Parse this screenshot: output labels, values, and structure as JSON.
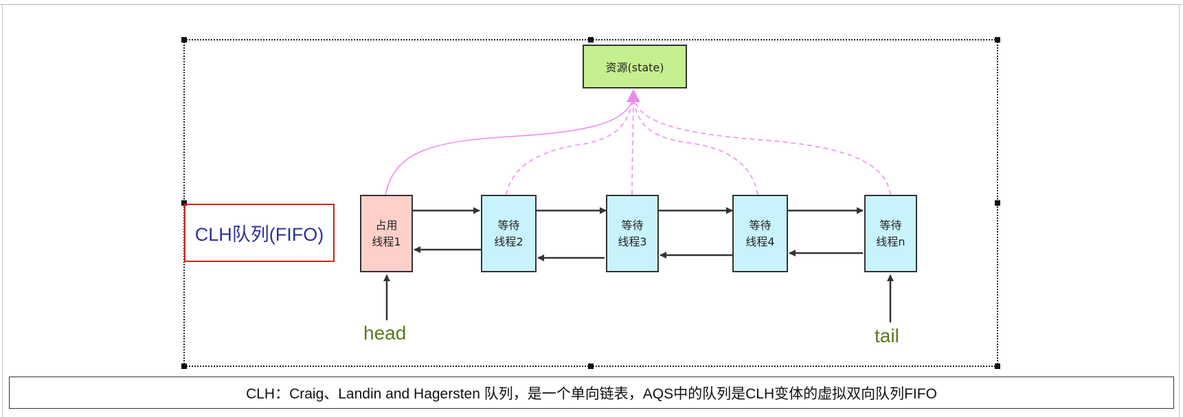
{
  "diagram": {
    "resource_node": {
      "label": "资源(state)",
      "color": "#c6ef8f"
    },
    "queue_title": "CLH队列(FIFO)",
    "nodes": [
      {
        "line1": "占用",
        "line2": "线程1",
        "color": "#ffcfca"
      },
      {
        "line1": "等待",
        "line2": "线程2",
        "color": "#c9f3fc"
      },
      {
        "line1": "等待",
        "line2": "线程3",
        "color": "#c9f3fc"
      },
      {
        "line1": "等待",
        "line2": "线程4",
        "color": "#c9f3fc"
      },
      {
        "line1": "等待",
        "line2": "线程n",
        "color": "#c9f3fc"
      }
    ],
    "head_label": "head",
    "tail_label": "tail",
    "edge_color_resource": "#ee88ee",
    "edge_color_links": "#333333"
  },
  "caption": "CLH：Craig、Landin and Hagersten 队列，是一个单向链表，AQS中的队列是CLH变体的虚拟双向队列FIFO"
}
